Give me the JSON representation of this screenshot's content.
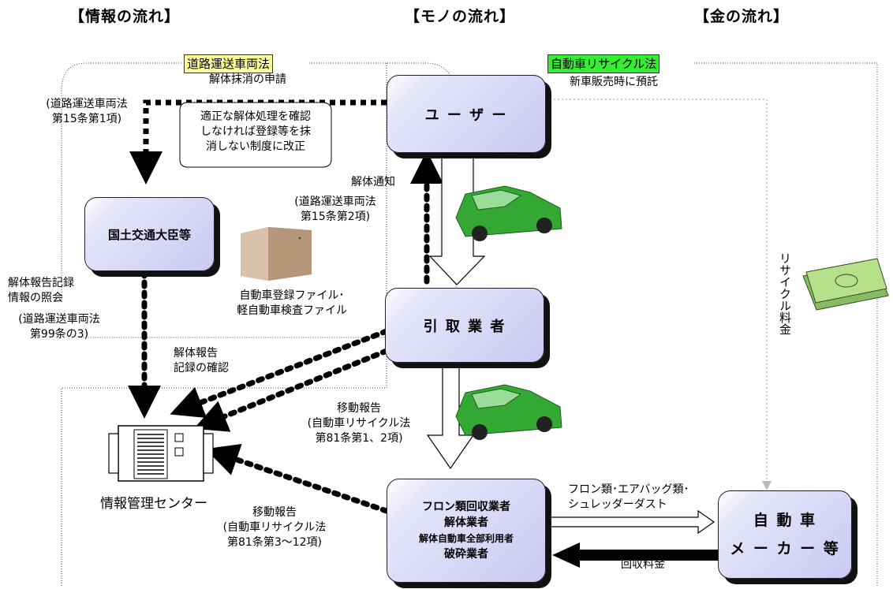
{
  "headers": {
    "info": "【情報の流れ】",
    "goods": "【モノの流れ】",
    "money": "【金の流れ】"
  },
  "laws": {
    "road_act": "道路運送車両法",
    "recycle_act": "自動車リサイクル法"
  },
  "boxes": {
    "user": "ユ ー ザ ー",
    "ministry": "国土交通大臣等",
    "collector": "引 取 業 者",
    "recyclers": [
      "フロン類回収業者",
      "解体業者",
      "解体自動車全部利用者",
      "破砕業者"
    ],
    "maker": [
      "自 動 車",
      "メ ー カ ー 等"
    ]
  },
  "labels": {
    "dismantle_application": "解体抹消の申請",
    "prepay": "新車販売時に預託",
    "road_act_15_1": "(道路運送車両法\n第15条第1項)",
    "reform_note": "適正な解体処理を確認\nしなければ登録等を抹\n消しない制度に改正",
    "dismantle_notice": "解体通知",
    "road_act_15_2": "(道路運送車両法\n第15条第2項)",
    "registration_file": "自動車登録ファイル･\n軽自動車検査ファイル",
    "record_inquiry": "解体報告記録\n情報の照会",
    "road_act_99_3": "(道路運送車両法\n第99条の3)",
    "record_confirm": "解体報告\n記録の確認",
    "move_report_1": "移動報告\n(自動車リサイクル法\n第81条第1、2項)",
    "move_report_2": "移動報告\n(自動車リサイクル法\n第81条第3～12項)",
    "info_center": "情報管理センター",
    "recycle_fee": "リサイクル料金",
    "materials": "フロン類･エアバッグ類･\nシュレッダーダスト",
    "collection_fee": "回収料金"
  },
  "colors": {
    "box_fill": "#c9c9f3",
    "road_act_bg": "#ffff99",
    "recycle_act_bg": "#33ee33",
    "car_body": "#33a833"
  }
}
